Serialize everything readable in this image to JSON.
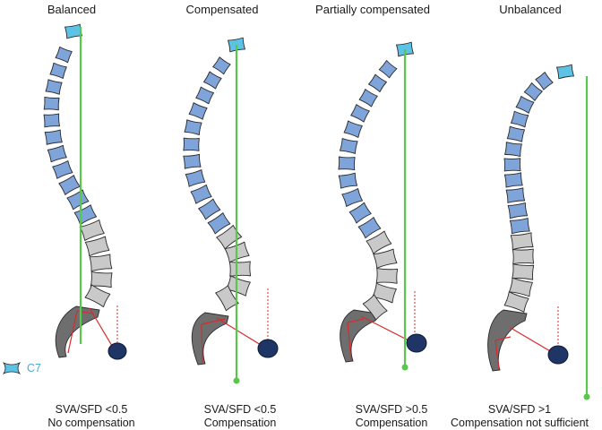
{
  "panels": [
    {
      "id": "balanced",
      "title": "Balanced",
      "caption_line1": "SVA/SFD <0.5",
      "caption_line2": "No compensation"
    },
    {
      "id": "compensated",
      "title": "Compensated",
      "caption_line1": "SVA/SFD <0.5",
      "caption_line2": "Compensation"
    },
    {
      "id": "partially-compensated",
      "title": "Partially compensated",
      "caption_line1": "SVA/SFD >0.5",
      "caption_line2": "Compensation"
    },
    {
      "id": "unbalanced",
      "title": "Unbalanced",
      "caption_line1": "SVA/SFD >1",
      "caption_line2": "Compensation not sufficient"
    }
  ],
  "legend": {
    "label": "C7",
    "icon": "c7-vertebra-icon"
  },
  "colors": {
    "c7": "#5cc3e6",
    "thoracic": "#7ea4da",
    "lumbar": "#c9c9c9",
    "sacrum": "#6e6e6e",
    "femoral_head": "#1f3566",
    "plumb_line": "#58c84a",
    "reference_line": "#d92b2b",
    "outline": "#2a2a2a"
  }
}
